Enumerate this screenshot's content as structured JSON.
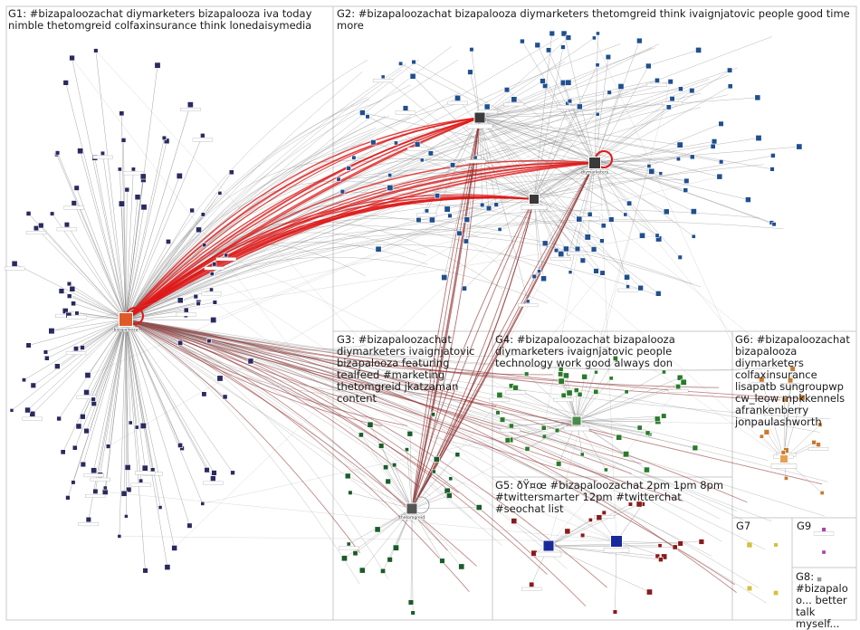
{
  "colors": {
    "background": "#ffffff",
    "panel_border": "#c8c8c8",
    "edge_gray": "#8a8a8a",
    "edge_red": "#e01818",
    "edge_darkred": "#8c2a2a",
    "label_text": "#1a1a1a",
    "node_label_bg": "#ffffff"
  },
  "groups": [
    {
      "id": "G1",
      "label": "G1: #bizapaloozachat diymarketers bizapalooza iva today nimble thetomgreid colfaxinsurance think lonedaisymedia",
      "hub_name": "bizapalooza",
      "hub_color": "#e05a28",
      "node_color": "#2a2a60"
    },
    {
      "id": "G2",
      "label": "G2: #bizapaloozachat bizapalooza diymarketers thetomgreid think ivaignjatovic people good time more",
      "hub_name": "diymarketers",
      "hub_color": "#3a3a3a",
      "node_color": "#1f4f8f"
    },
    {
      "id": "G3",
      "label": "G3: #bizapaloozachat diymarketers ivaignjatovic bizapalooza featuring tealfeed #marketing thetomgreid jkatzaman content",
      "hub_name": "thetomgreid",
      "hub_color": "#555555",
      "node_color": "#1a5c2a"
    },
    {
      "id": "G4",
      "label": "G4: #bizapaloozachat bizapalooza diymarketers ivaignjatovic people technology work good always don",
      "hub_name": "",
      "hub_color": "#4a8a4a",
      "node_color": "#2a7a2a"
    },
    {
      "id": "G5",
      "label": "G5: ðŸ¤œ #bizapaloozachat 2pm 1pm 8pm #twittersmarter 12pm #twitterchat #seochat list",
      "hub_name": "",
      "hub_color": "#1a2a9a",
      "node_color": "#8a1a1a"
    },
    {
      "id": "G6",
      "label": "G6: #bizapaloozachat bizapalooza diymarketers colfaxinsurance lisapatb sungroupwp cw_leow mpkkennels afrankenberry jonpaulashworth",
      "hub_name": "",
      "hub_color": "#e8a050",
      "node_color": "#c87a30"
    },
    {
      "id": "G7",
      "label": "G7",
      "hub_name": "",
      "hub_color": "#d8c040",
      "node_color": "#d8c040"
    },
    {
      "id": "G8",
      "label": "G8: #bizapaloo... better talk myself...",
      "hub_name": "",
      "hub_color": "#999999",
      "node_color": "#999999"
    },
    {
      "id": "G9",
      "label": "G9",
      "hub_name": "",
      "hub_color": "#b040b0",
      "node_color": "#b040b0"
    }
  ]
}
